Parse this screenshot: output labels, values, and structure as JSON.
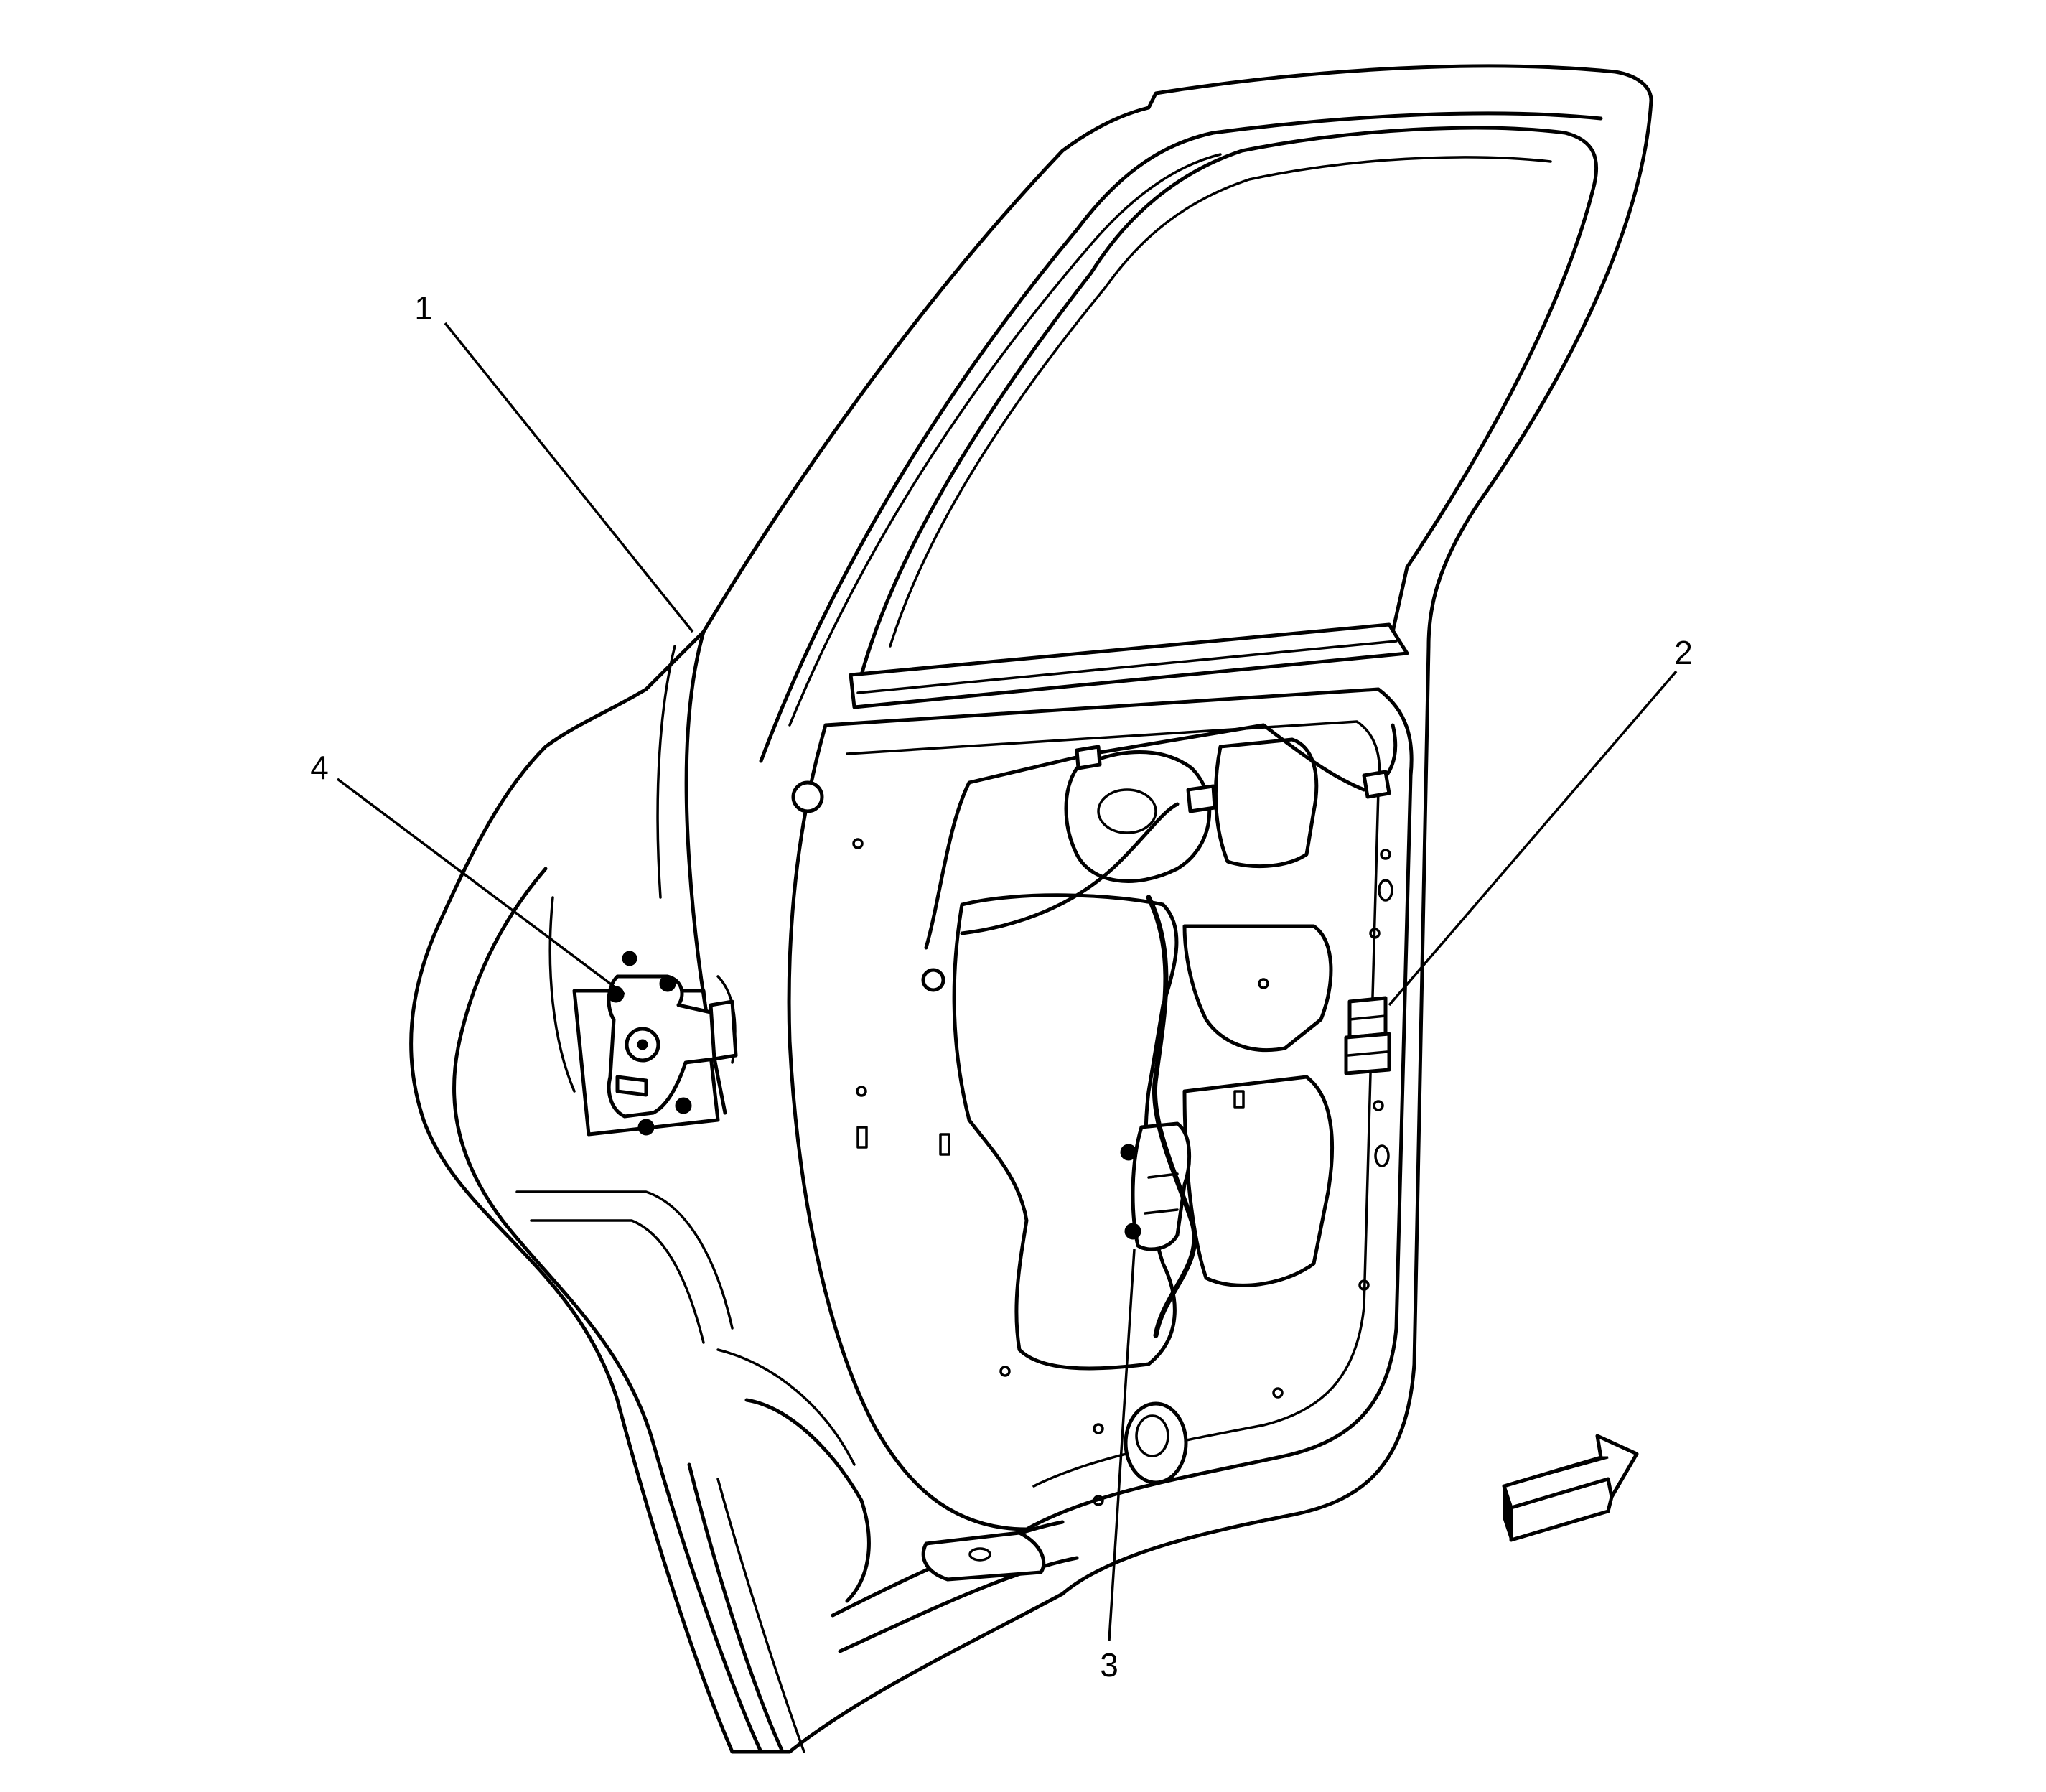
{
  "callouts": [
    {
      "id": "1",
      "label": "1"
    },
    {
      "id": "2",
      "label": "2"
    },
    {
      "id": "3",
      "label": "3"
    },
    {
      "id": "4",
      "label": "4"
    }
  ],
  "icons": {
    "view_direction": "arrow-right-icon"
  },
  "colors": {
    "line": "#000000",
    "background": "#ffffff"
  }
}
